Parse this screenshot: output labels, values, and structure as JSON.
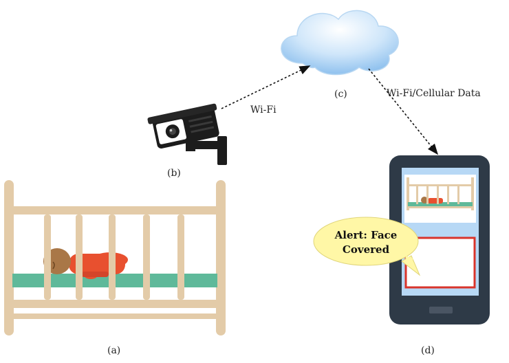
{
  "labels": {
    "crib": "(a)",
    "camera": "(b)",
    "cloud": "(c)",
    "phone": "(d)"
  },
  "links": {
    "camera_to_cloud": "Wi-Fi",
    "cloud_to_phone": "Wi-Fi/Cellular Data"
  },
  "alert": {
    "line1": "Alert: Face",
    "line2": "Covered"
  },
  "colors": {
    "crib_wood": "#e3cba8",
    "mattress": "#5fb99a",
    "baby_suit": "#e8502f",
    "baby_skin": "#a97747",
    "cloud": "#a9d1f3",
    "phone_body": "#2e3a47",
    "phone_screen": "#b7d8f5",
    "alert_bubble": "#fff7a6",
    "alert_box": "#d9342b"
  }
}
